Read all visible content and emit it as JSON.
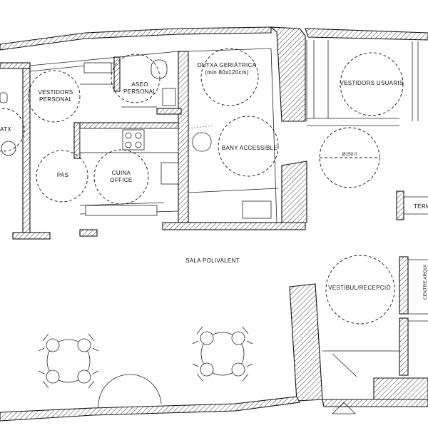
{
  "rooms": {
    "vestidors_personal": "VESTIDORS\nPERSONAL",
    "aseo_personal": "ASEO\nPERSONAL",
    "dutxa_geriatrica": "DUTXA GERIÀTRICA\n(min 80x120cm)",
    "vestidors_usuaris": "VESTIDORS USUARIS",
    "bany_accessible": "BANY ACCESSIBLE",
    "cuina_office": "CUINA\nOFFICE",
    "pas": "PAS",
    "sala_polivalent": "SALA POLIVALENT",
    "vestibul_recepcio": "VESTÍBUL/RECEPCIÓ",
    "atx_partial": "ATX",
    "term_partial": "TERM",
    "centre_partial": "CENTRE ARQUI"
  },
  "dimensions": {
    "turning_circle": "Ø150.0"
  }
}
